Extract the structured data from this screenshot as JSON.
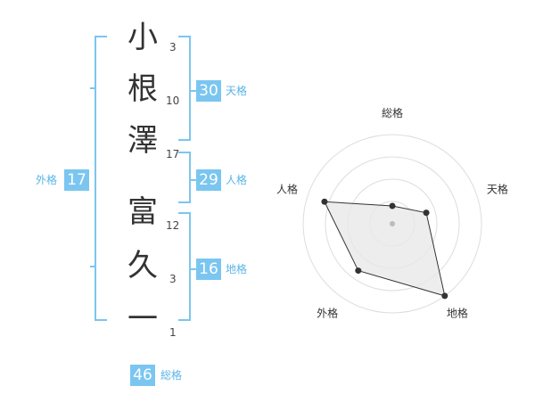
{
  "name_chars": [
    {
      "char": "小",
      "strokes": "3"
    },
    {
      "char": "根",
      "strokes": "10"
    },
    {
      "char": "澤",
      "strokes": "17"
    },
    {
      "char": "富",
      "strokes": "12"
    },
    {
      "char": "久",
      "strokes": "3"
    },
    {
      "char": "一",
      "strokes": "1"
    }
  ],
  "kaku": {
    "tenkaku": {
      "value": "30",
      "label": "天格"
    },
    "jinkaku": {
      "value": "29",
      "label": "人格"
    },
    "chikaku": {
      "value": "16",
      "label": "地格"
    },
    "gaikaku": {
      "value": "17",
      "label": "外格"
    },
    "soukaku": {
      "value": "46",
      "label": "総格"
    }
  },
  "colors": {
    "accent": "#7ac6f0",
    "radar_fill": "#e9e9e9",
    "radar_stroke": "#333333"
  },
  "chart_data": {
    "type": "radar",
    "axes": [
      "総格",
      "天格",
      "地格",
      "外格",
      "人格"
    ],
    "values": [
      0.2,
      0.4,
      1.0,
      0.65,
      0.8
    ],
    "range": [
      0,
      1
    ],
    "rings": 4
  }
}
